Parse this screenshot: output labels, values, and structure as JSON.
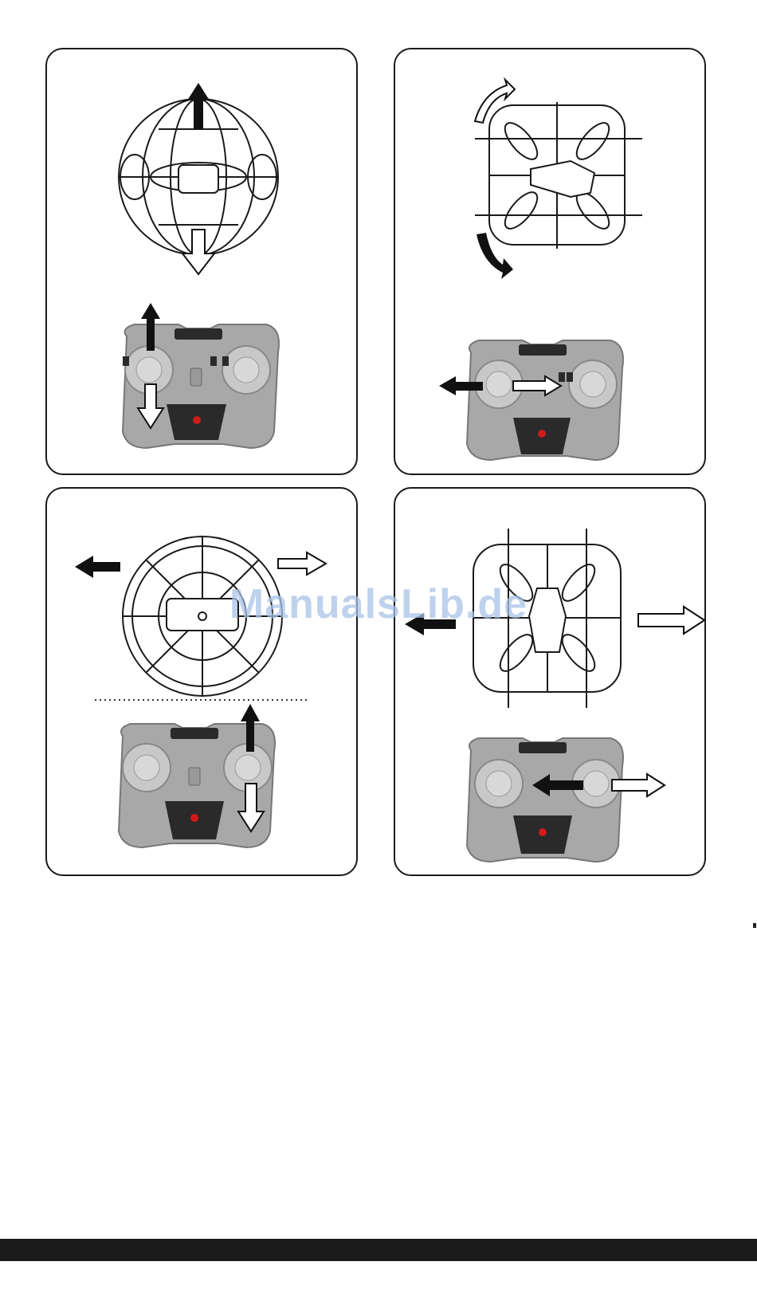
{
  "watermark": {
    "text": "ManualsLib.de"
  },
  "panels": [
    {
      "id": "ascend-descend",
      "drone_view": "front",
      "stick": "left",
      "motion": "vertical"
    },
    {
      "id": "rotate-left-right",
      "drone_view": "top",
      "stick": "left",
      "motion": "horizontal"
    },
    {
      "id": "forward-backward",
      "drone_view": "side",
      "stick": "right",
      "motion": "vertical"
    },
    {
      "id": "sideways-left-right",
      "drone_view": "top",
      "stick": "right",
      "motion": "horizontal"
    }
  ],
  "colors": {
    "frame": "#1a1a1a",
    "remote": "#a8a8a8",
    "remote_dark": "#2a2a2a",
    "led": "#d11a1a",
    "arrow_dark": "#111111",
    "arrow_light": "#ffffff",
    "footer": "#1b1b1b"
  }
}
